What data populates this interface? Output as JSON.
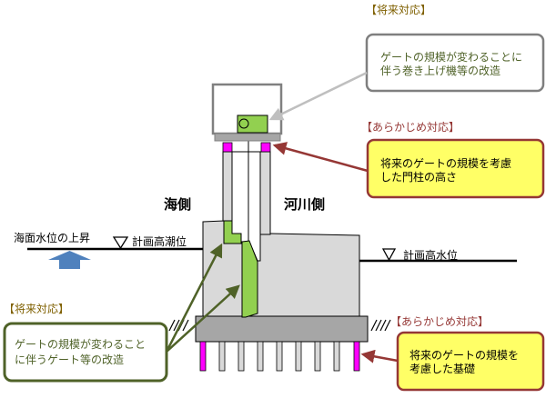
{
  "labels": {
    "sea_side": "海側",
    "river_side": "河川側",
    "sea_level_rise": "海面水位の上昇",
    "design_high_tide": "計画高潮位",
    "design_high_water": "計画高水位"
  },
  "callouts": {
    "hoist": {
      "tag": "【将来対応】",
      "lines": [
        "ゲートの規模が変わることに",
        "伴う巻き上げ機等の改造"
      ]
    },
    "pillar": {
      "tag": "【あらかじめ対応】",
      "lines": [
        "将来のゲートの規模を考慮",
        "した門柱の高さ"
      ]
    },
    "gate": {
      "tag": "【将来対応】",
      "lines": [
        "ゲートの規模が変わること",
        "に伴うゲート等の改造"
      ]
    },
    "foundation": {
      "tag": "【あらかじめ対応】",
      "lines": [
        "将来のゲートの規模を",
        "考慮した基礎"
      ]
    }
  },
  "colors": {
    "future_tag": "#7f6000",
    "advance_tag": "#953735",
    "gate_green": "#92d050",
    "callout_yellow": "#ffff66",
    "callout_green_border": "#4f6228",
    "concrete": "#d9d9d9",
    "slab": "#a6a6a6",
    "magenta": "#ff00ff",
    "water_arrow": "#4f81bd"
  }
}
